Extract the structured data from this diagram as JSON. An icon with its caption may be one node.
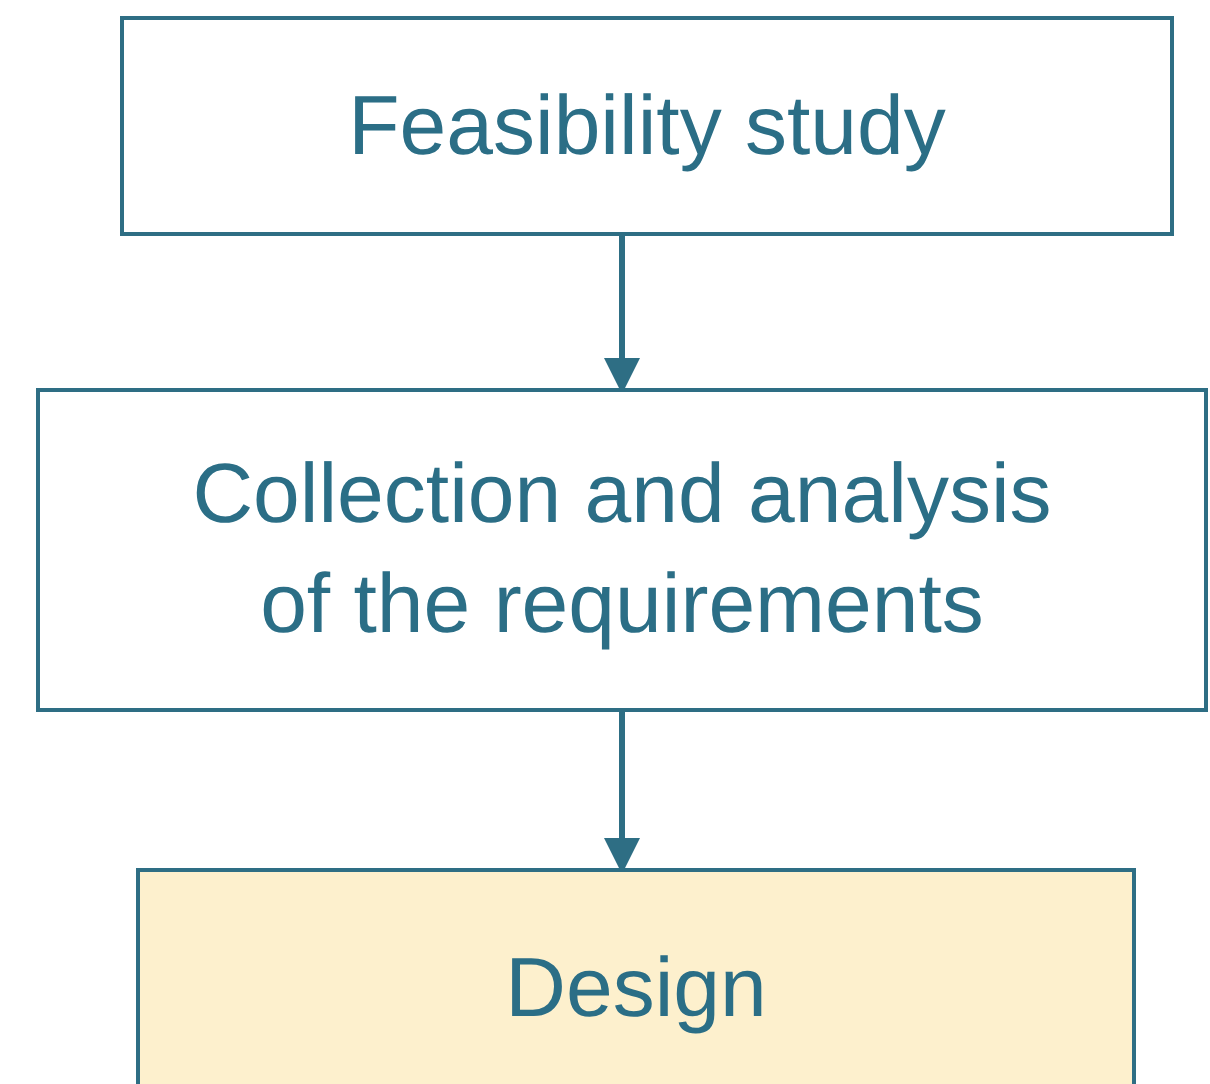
{
  "diagram": {
    "nodes": [
      {
        "text": [
          "Feasibility study"
        ]
      },
      {
        "text": [
          "Collection and analysis of the requirements"
        ]
      },
      {
        "text": [
          "Design"
        ]
      }
    ],
    "edges": [
      {
        "from": 0,
        "to": 1,
        "arrow": "to"
      },
      {
        "from": 1,
        "to": 2,
        "arrow": "to"
      }
    ]
  }
}
